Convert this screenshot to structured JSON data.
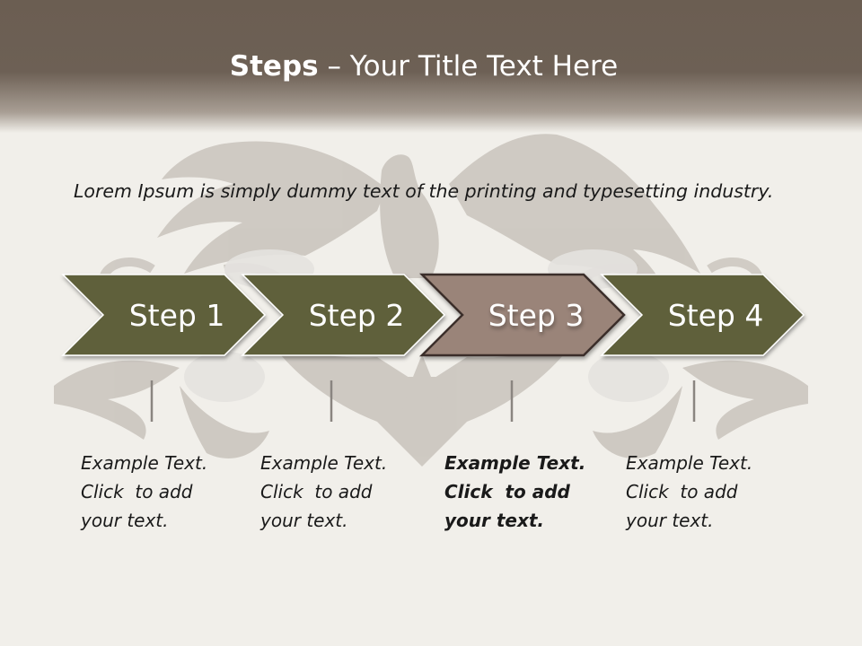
{
  "slide": {
    "title_bold": "Steps",
    "title_rest": " – Your Title Text Here",
    "lead_text": "Lorem Ipsum is simply dummy text of the printing and typesetting industry."
  },
  "steps": [
    {
      "label": "Step 1",
      "note": [
        "Example Text.",
        "Click  to add",
        "your text."
      ],
      "highlighted": false
    },
    {
      "label": "Step 2",
      "note": [
        "Example Text.",
        "Click  to add",
        "your text."
      ],
      "highlighted": false
    },
    {
      "label": "Step 3",
      "note": [
        "Example Text.",
        "Click  to add",
        "your text."
      ],
      "highlighted": true
    },
    {
      "label": "Step 4",
      "note": [
        "Example Text.",
        "Click  to add",
        "your text."
      ],
      "highlighted": false
    }
  ],
  "colors": {
    "header": "#6d6055",
    "arrow_normal": "#5f603a",
    "arrow_highlight": "#9a8479",
    "connector": "#8a8580",
    "background": "#f1efea"
  },
  "icons": [
    "eagle-emblem-watermark"
  ]
}
